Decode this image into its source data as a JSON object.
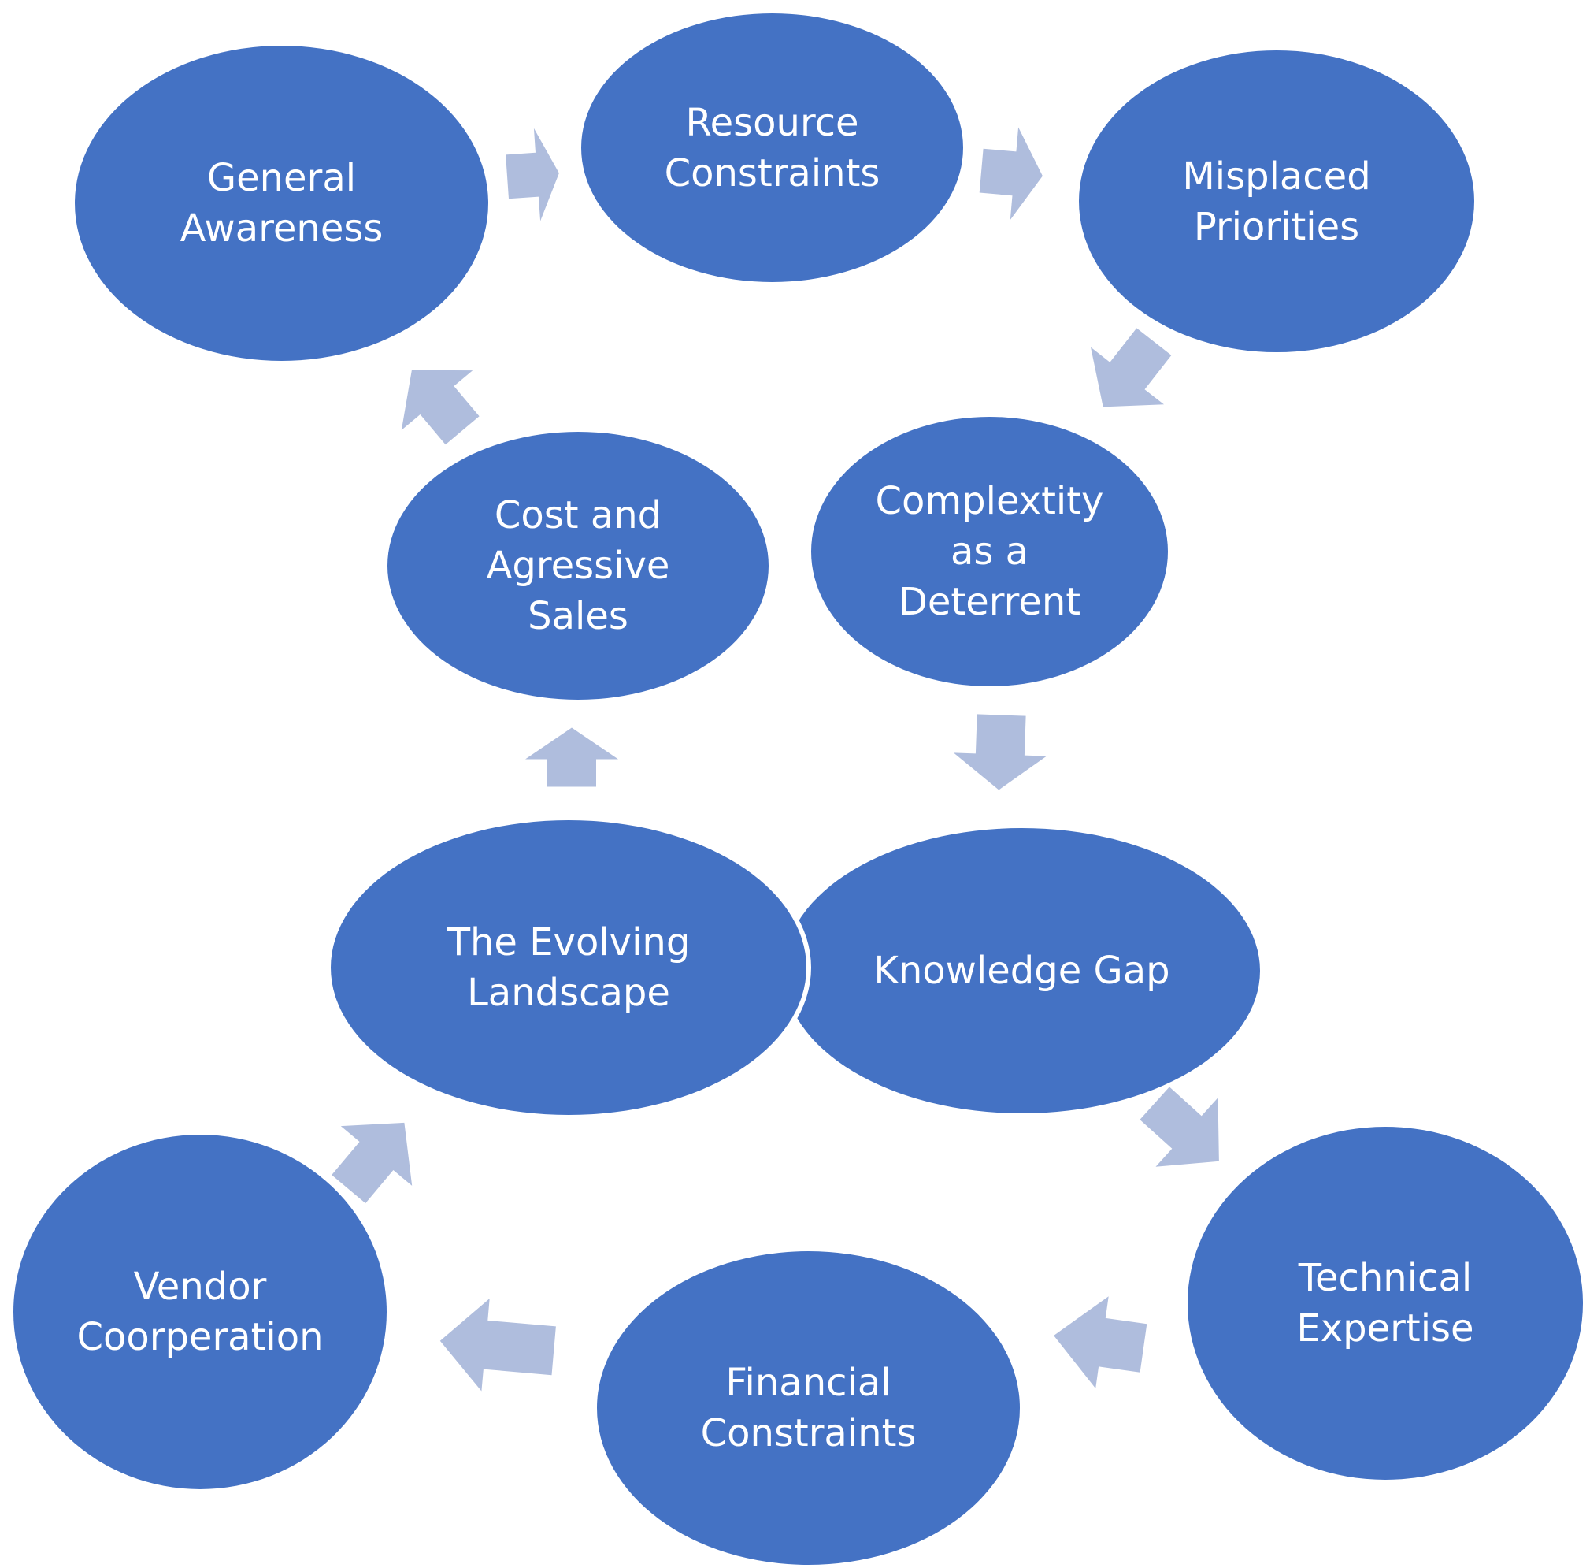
{
  "diagram": {
    "node_color": "#4472C4",
    "arrow_color": "#AFBDDD",
    "text_color": "#FFFFFF",
    "nodes": [
      {
        "id": "general-awareness",
        "label": "General\nAwareness"
      },
      {
        "id": "resource-constraints",
        "label": "Resource\nConstraints"
      },
      {
        "id": "misplaced-priorities",
        "label": "Misplaced\nPriorities"
      },
      {
        "id": "complexity-deterrent",
        "label": "Complextity\nas a\nDeterrent"
      },
      {
        "id": "cost-aggressive-sales",
        "label": "Cost and\nAgressive\nSales"
      },
      {
        "id": "knowledge-gap",
        "label": "Knowledge Gap"
      },
      {
        "id": "evolving-landscape",
        "label": "The Evolving\nLandscape"
      },
      {
        "id": "technical-expertise",
        "label": "Technical\nExpertise"
      },
      {
        "id": "financial-constraints",
        "label": "Financial\nConstraints"
      },
      {
        "id": "vendor-cooperation",
        "label": "Vendor\nCoorperation"
      }
    ],
    "flow": [
      {
        "from": "general-awareness",
        "to": "resource-constraints"
      },
      {
        "from": "resource-constraints",
        "to": "misplaced-priorities"
      },
      {
        "from": "misplaced-priorities",
        "to": "complexity-deterrent"
      },
      {
        "from": "complexity-deterrent",
        "to": "knowledge-gap"
      },
      {
        "from": "knowledge-gap",
        "to": "technical-expertise"
      },
      {
        "from": "technical-expertise",
        "to": "financial-constraints"
      },
      {
        "from": "financial-constraints",
        "to": "vendor-cooperation"
      },
      {
        "from": "vendor-cooperation",
        "to": "evolving-landscape"
      },
      {
        "from": "evolving-landscape",
        "to": "cost-aggressive-sales"
      },
      {
        "from": "cost-aggressive-sales",
        "to": "general-awareness"
      }
    ]
  }
}
